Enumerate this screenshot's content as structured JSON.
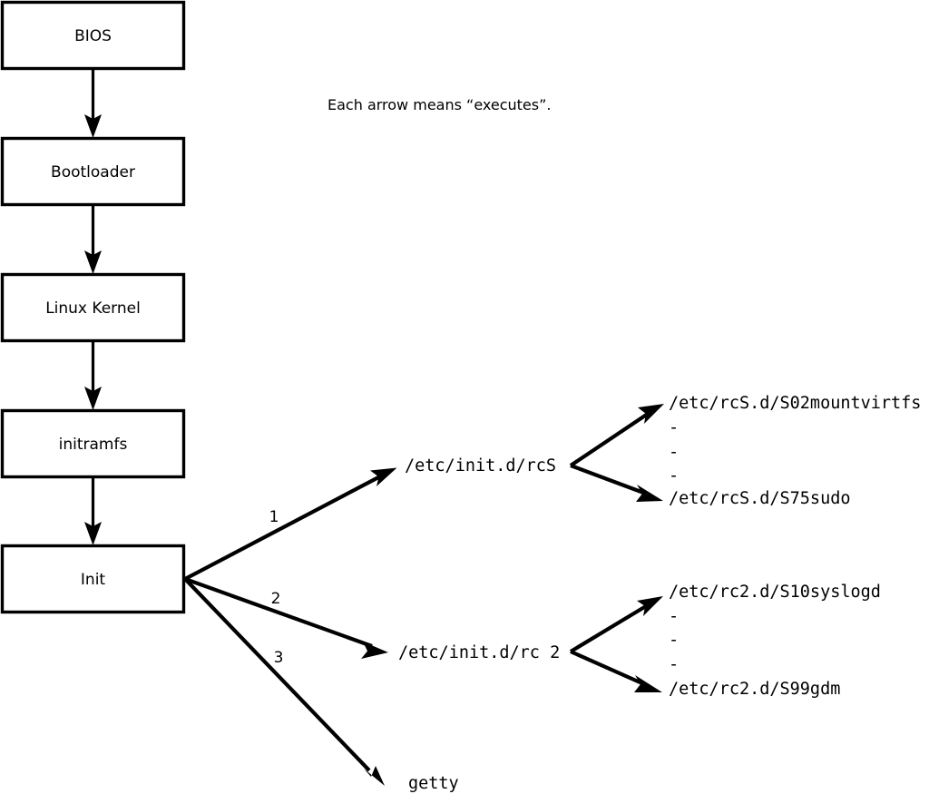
{
  "diagram": {
    "title_caption": "Each arrow means “executes”.",
    "boot_chain": [
      {
        "id": "bios",
        "label": "BIOS"
      },
      {
        "id": "bootloader",
        "label": "Bootloader"
      },
      {
        "id": "kernel",
        "label": "Linux Kernel"
      },
      {
        "id": "initramfs",
        "label": "initramfs"
      },
      {
        "id": "init",
        "label": "Init"
      }
    ],
    "init_branches": [
      {
        "number": "1",
        "label": "/etc/init.d/rcS"
      },
      {
        "number": "2",
        "label": "/etc/init.d/rc 2"
      },
      {
        "number": "3",
        "label": "getty"
      }
    ],
    "rcs_scripts": {
      "first": "/etc/rcS.d/S02mountvirtfs",
      "last": "/etc/rcS.d/S75sudo",
      "ellipsis": [
        "-",
        "-",
        "-"
      ]
    },
    "rc2_scripts": {
      "first": "/etc/rc2.d/S10syslogd",
      "last": "/etc/rc2.d/S99gdm",
      "ellipsis": [
        "-",
        "-",
        "-"
      ]
    },
    "colors": {
      "background": "#ffffff",
      "stroke": "#000000",
      "text": "#000000"
    }
  }
}
